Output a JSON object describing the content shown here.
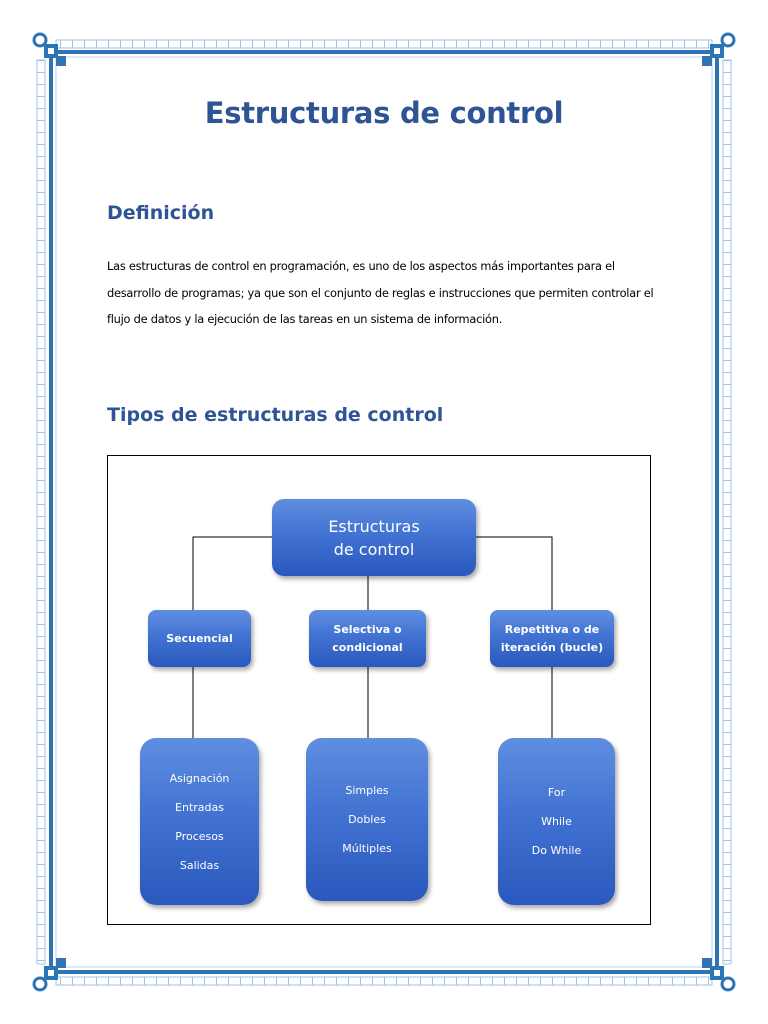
{
  "document": {
    "title": "Estructuras de control",
    "definition": {
      "heading": "Definición",
      "paragraph": "Las estructuras de control en programación, es uno de los aspectos más importantes para el desarrollo de programas; ya que son el conjunto de reglas e instrucciones que permiten controlar el flujo de datos y la ejecución de las tareas en un sistema de información."
    },
    "types": {
      "heading": "Tipos de estructuras de control"
    }
  },
  "diagram": {
    "root": "Estructuras\nde control",
    "branches": [
      {
        "label": "Secuencial",
        "items": [
          "Asignación",
          "Entradas",
          "Procesos",
          "Salidas"
        ]
      },
      {
        "label": "Selectiva o\ncondicional",
        "items": [
          "Simples",
          "Dobles",
          "Múltiples"
        ]
      },
      {
        "label": "Repetitiva o de\niteración (bucle)",
        "items": [
          "For",
          "While",
          "Do While"
        ]
      }
    ]
  },
  "colors": {
    "heading": "#2f5496",
    "node_top": "#5f8ee0",
    "node_bottom": "#2a58bd",
    "border": "#2e74b5",
    "border_light": "#9dc3e6"
  }
}
